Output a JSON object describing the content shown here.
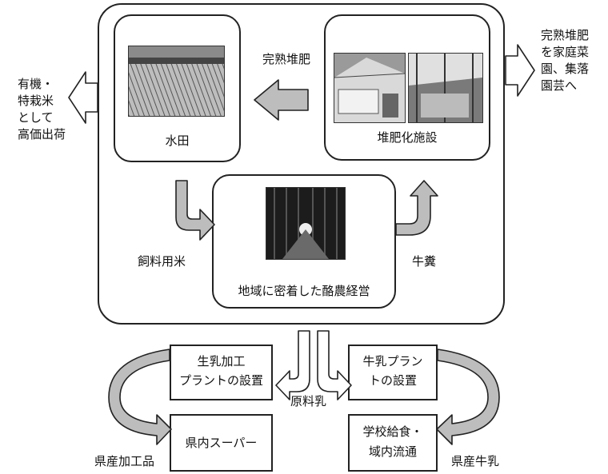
{
  "center": {
    "rice_paddy": "水田",
    "compost_facility": "堆肥化施設",
    "dairy": "地域に密着した酪農経営",
    "mature_compost": "完熟堆肥",
    "feed_rice": "飼料用米",
    "manure": "牛糞"
  },
  "outside": {
    "left_note_lines": [
      "有機・",
      "特栽米",
      "として",
      "高価出荷"
    ],
    "right_note_lines": [
      "完熟堆肥",
      "を家庭菜",
      "園、集落",
      "園芸へ"
    ]
  },
  "lower": {
    "raw_milk_plant_lines": [
      "生乳加工",
      "プラントの設置"
    ],
    "milk_plant_lines": [
      "牛乳プラン",
      "トの設置"
    ],
    "raw_milk": "原料乳",
    "supermarket": "県内スーパー",
    "school_lunch_lines": [
      "学校給食・",
      "域内流通"
    ],
    "processed_products": "県産加工品",
    "prefecture_milk": "県産牛乳"
  },
  "colors": {
    "stroke": "#222222",
    "arrow_fill": "#bdbdbd"
  },
  "icons": {
    "rice_paddy_photo": "rice-field-photo",
    "compost_photo": "barn-photo",
    "dairy_photo": "cowshed-photo"
  }
}
